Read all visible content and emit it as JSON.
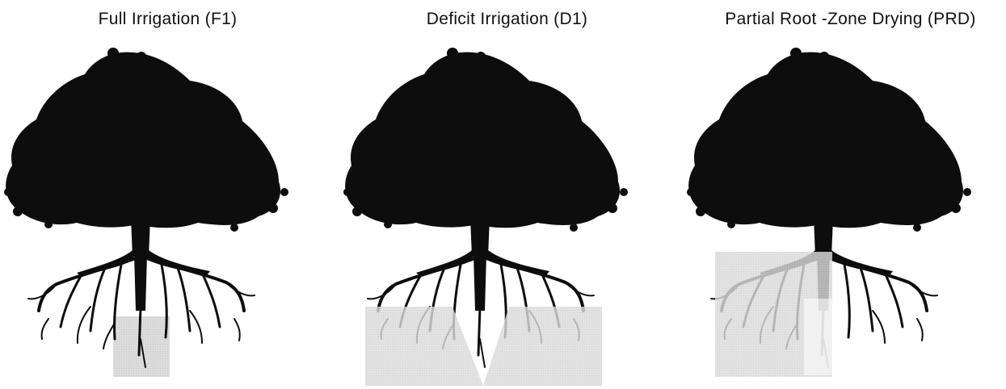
{
  "panels": [
    {
      "title": "Full Irrigation (F1)",
      "wetting": "full"
    },
    {
      "title": "Deficit Irrigation (D1)",
      "wetting": "deficit"
    },
    {
      "title": "Partial Root -Zone Drying (PRD)",
      "wetting": "partial"
    }
  ],
  "colors": {
    "tree": "#0d0d0d",
    "wet_zone": "#d9d9d9",
    "background": "#ffffff"
  }
}
